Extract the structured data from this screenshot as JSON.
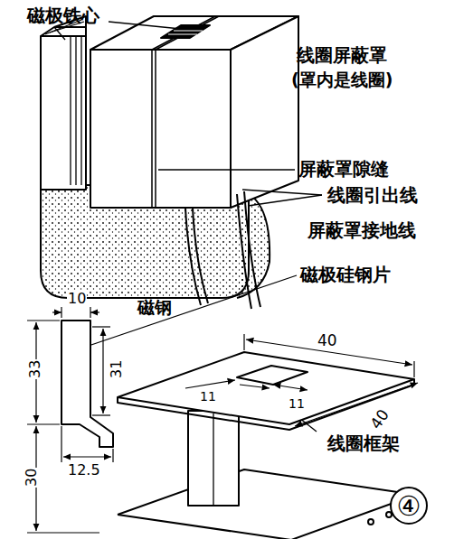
{
  "diagram": {
    "labels": [
      "磁极铁心",
      "线圈屏蔽罩",
      "(罩内是线圈)",
      "屏蔽罩隙缝",
      "线圈引出线",
      "屏蔽罩接地线",
      "磁钢",
      "磁极硅钢片",
      "10",
      "33",
      "31",
      "12.5",
      "30",
      "40",
      "40",
      "11",
      "11",
      "线圈框架",
      "④"
    ]
  }
}
